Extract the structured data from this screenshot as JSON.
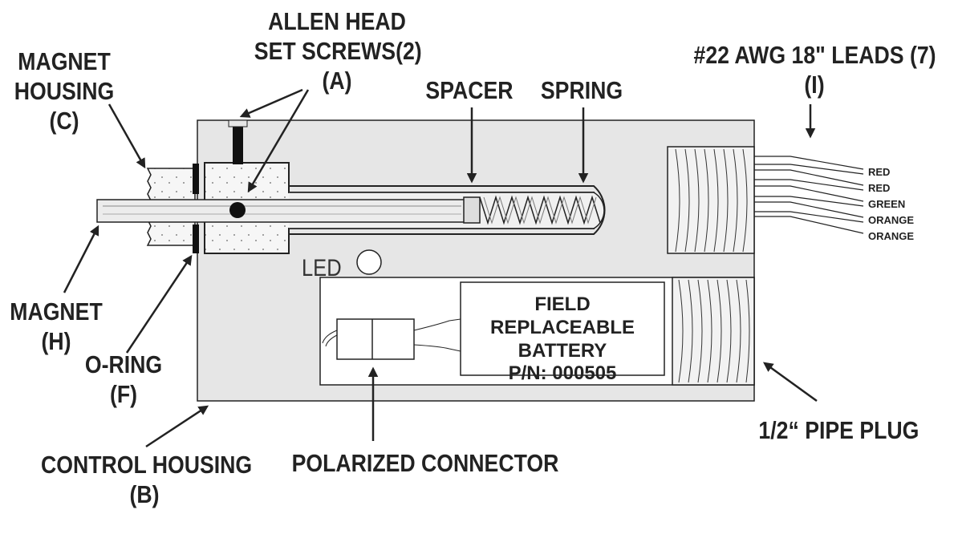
{
  "labels": {
    "allen_head": [
      "ALLEN HEAD",
      "SET SCREWS(2)",
      "(A)"
    ],
    "magnet_housing": [
      "MAGNET",
      "HOUSING",
      "(C)"
    ],
    "spacer": "SPACER",
    "spring": "SPRING",
    "leads": [
      "#22 AWG 18\" LEADS (7)",
      "(I)"
    ],
    "magnet": [
      "MAGNET",
      "(H)"
    ],
    "oring": [
      "O-RING",
      "(F)"
    ],
    "control_housing": [
      "CONTROL HOUSING",
      "(B)"
    ],
    "polarized_connector": "POLARIZED CONNECTOR",
    "pipe_plug": "1/2“ PIPE PLUG",
    "led": "LED"
  },
  "wires": [
    "RED",
    "RED",
    "GREEN",
    "ORANGE",
    "ORANGE"
  ],
  "battery": [
    "FIELD REPLACEABLE",
    "BATTERY",
    "P/N: 000505"
  ],
  "colors": {
    "housing_fill": "#e6e6e6",
    "line": "#222222",
    "dotted_fill": "#f4f4f4"
  }
}
